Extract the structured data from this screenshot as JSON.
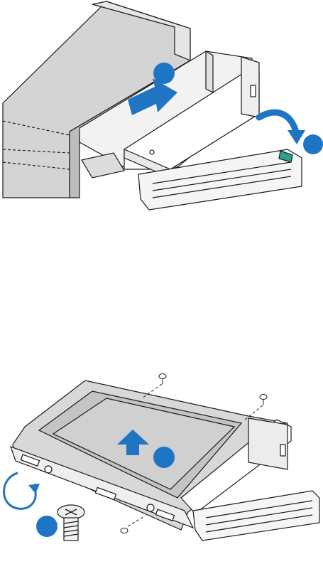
{
  "figures": [
    {
      "id": "install-carrier-into-bay",
      "callouts": [
        {
          "label": "",
          "meaning": "slide-carrier-in",
          "color": "#1f75c4"
        },
        {
          "label": "",
          "meaning": "close-lever",
          "color": "#1f75c4"
        }
      ]
    },
    {
      "id": "remove-dummy-insert",
      "callouts": [
        {
          "label": "",
          "meaning": "lift-out-plastic-insert",
          "color": "#1f75c4"
        },
        {
          "label": "",
          "meaning": "remove-screws",
          "color": "#1f75c4"
        }
      ]
    }
  ],
  "colors": {
    "line": "#1a1a1a",
    "chassis_fill": "#d9d9d9",
    "chassis_dark": "#bfbfbf",
    "insert_fill": "#c8c8c8",
    "accent": "#1f75c4",
    "latch": "#2aa58a"
  }
}
